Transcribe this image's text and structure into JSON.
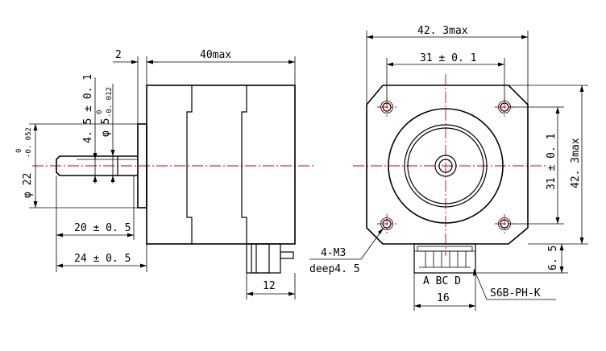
{
  "labels": {
    "d_flange": "2",
    "d_body_len": "40max",
    "d_flat": "4. 5 ± 0. 1",
    "d_shaft_main": "φ 5",
    "d_shaft_tol_up": "0",
    "d_shaft_tol_dn": "-0. 012",
    "d_boss_main": "φ 22",
    "d_boss_tol_up": "0",
    "d_boss_tol_dn": "-0. 052",
    "d_shaft_len": "20 ± 0. 5",
    "d_total_len": "24 ± 0. 5",
    "d_conn_w": "12",
    "d_width": "42. 3max",
    "d_hole_h": "31 ± 0. 1",
    "d_hole_v": "31 ± 0. 1",
    "d_height": "42. 3max",
    "note_thread": "4-M3",
    "note_depth": "deep4. 5",
    "d_conn_h": "6. 5",
    "pins": "A  BC  D",
    "d_conn_len": "16",
    "connector": "S6B-PH-K"
  }
}
